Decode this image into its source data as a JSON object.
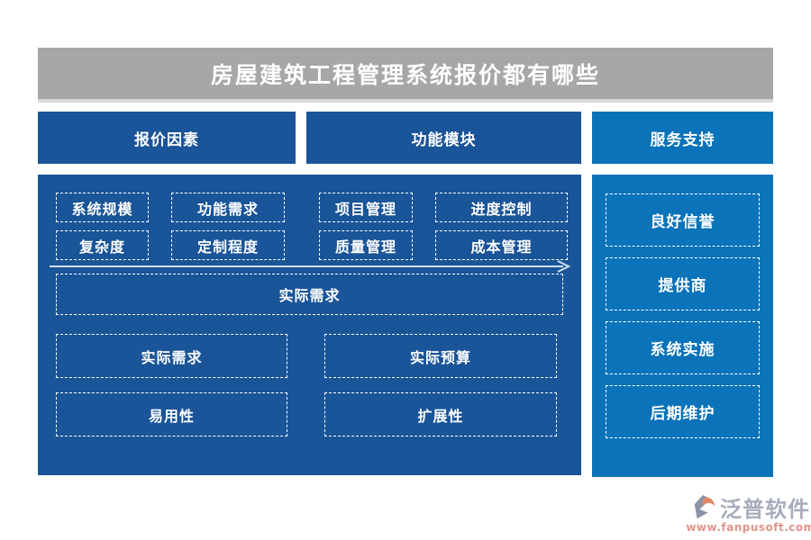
{
  "page_title": "房屋建筑工程管理系统报价都有哪些",
  "headers": {
    "factors": "报价因素",
    "modules": "功能模块",
    "service": "服务支持"
  },
  "factors_panel": {
    "row1": [
      "系统规模",
      "功能需求",
      "项目管理",
      "进度控制"
    ],
    "row2": [
      "复杂度",
      "定制程度",
      "质量管理",
      "成本管理"
    ],
    "arrow_box": "实际需求",
    "bottom_boxes": [
      "实际需求",
      "实际预算",
      "易用性",
      "扩展性"
    ]
  },
  "service_panel": {
    "items": [
      "良好信誉",
      "提供商",
      "系统实施",
      "后期维护"
    ]
  },
  "footer": {
    "brand_name": "泛普软件",
    "website": "www.fanpusoft.com"
  },
  "colors": {
    "title_bg": "#a7a7a7",
    "dark_blue": "#1a5499",
    "light_blue": "#0b73b9",
    "arrow": "#cfe0f2",
    "brand_gray": "#a8adbd",
    "brand_orange": "#de8a64",
    "url_salmon": "#e0968b"
  }
}
